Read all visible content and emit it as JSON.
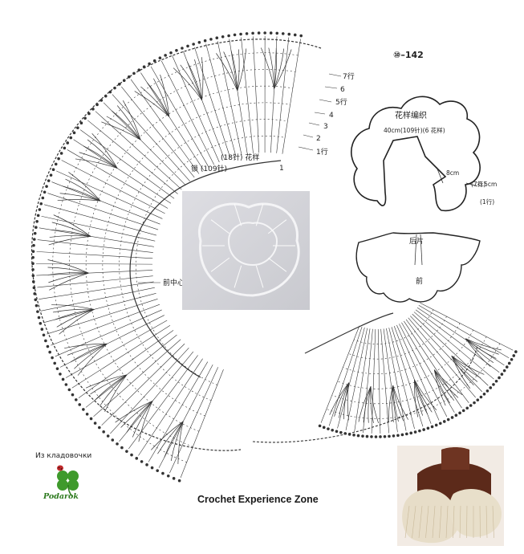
{
  "pattern_number": "⑩–142",
  "chart": {
    "row_labels": [
      "7行",
      "6",
      "5行",
      "4",
      "3",
      "2",
      "1行"
    ],
    "start_label": "1",
    "st_label_inner": "(18针) 花样",
    "st_label_base": "锁 (109针)",
    "front_center_label": "前中心"
  },
  "schematic": {
    "title": "花样编织",
    "stitch_note": "40cm(109针)(6 花样)",
    "depth_label": "8cm",
    "depth_rows": "(7行)",
    "edge_label": "0.5cm",
    "edge_rows": "(1行)",
    "back_label": "后片",
    "front_label": "前"
  },
  "credit": {
    "caption": "Из кладовочки",
    "signature": "Podarok"
  },
  "watermark": "Crochet Experience Zone",
  "colors": {
    "ink": "#222222",
    "clover": "#3f9a2c",
    "ladybug": "#c0282a",
    "signature": "#2d7a1e"
  }
}
